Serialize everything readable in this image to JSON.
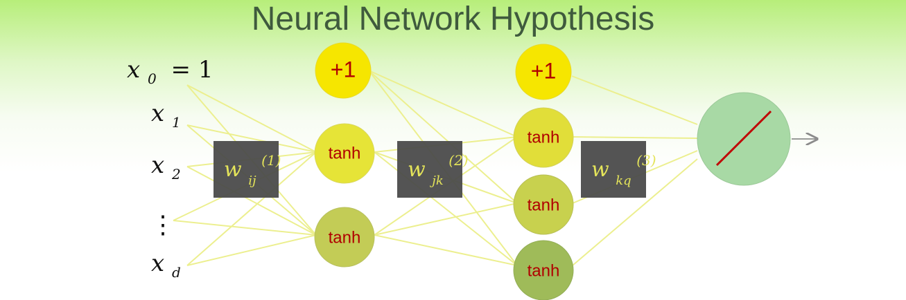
{
  "slide": {
    "title": "Neural Network Hypothesis"
  },
  "inputs": {
    "x0": {
      "symbol": "x",
      "subscript": "0",
      "suffix": "= 1"
    },
    "x1": {
      "symbol": "x",
      "subscript": "1"
    },
    "x2": {
      "symbol": "x",
      "subscript": "2"
    },
    "dots": "⋮",
    "xd": {
      "symbol": "x",
      "subscript": "d"
    }
  },
  "nodes": {
    "bias": "+1",
    "tanh": "tanh"
  },
  "weights": {
    "w1": {
      "base": "w",
      "sub": "ij",
      "sup": "(1)"
    },
    "w2": {
      "base": "w",
      "sub": "jk",
      "sup": "(2)"
    },
    "w3": {
      "base": "w",
      "sub": "kq",
      "sup": "(3)"
    }
  },
  "colors": {
    "bias_node": "#f6e600",
    "tanh_node_1": "#e6e437",
    "tanh_node_2": "#c3cc56",
    "tanh_node_3": "#9fbb59",
    "output_node": "#a8d9a5",
    "edge": "#ecef8a",
    "node_text": "#b00000",
    "weight_box": "#4b4b4b",
    "weight_text": "#e4e45a"
  }
}
